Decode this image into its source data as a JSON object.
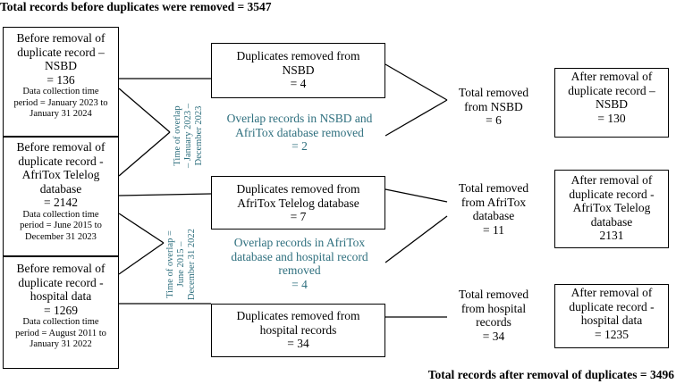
{
  "totals": {
    "before": "Total records before duplicates were removed = 3547",
    "after": "Total records after removal of duplicates = 3496"
  },
  "sources": [
    {
      "lines": [
        "Before removal of",
        "duplicate record –",
        "NSBD",
        "= 136"
      ],
      "period": [
        "Data collection time",
        "period = January 2023 to",
        "January 31 2024"
      ]
    },
    {
      "lines": [
        "Before removal of",
        "duplicate record -",
        "AfriTox Telelog",
        "database",
        "= 2142"
      ],
      "period": [
        "Data collection time",
        "period = June 2015 to",
        "December 31 2023"
      ]
    },
    {
      "lines": [
        "Before removal of",
        "duplicate record -",
        "hospital data",
        "= 1269"
      ],
      "period": [
        "Data collection time",
        "period = August 2011 to",
        "January 31 2022"
      ]
    }
  ],
  "duplicates": [
    [
      "Duplicates removed from",
      "NSBD",
      "= 4"
    ],
    [
      "Duplicates removed from",
      "AfriTox Telelog database",
      "= 7"
    ],
    [
      "Duplicates removed from",
      "hospital records",
      "= 34"
    ]
  ],
  "overlaps": [
    [
      "Overlap records in NSBD and",
      "AfriTox database removed",
      "= 2"
    ],
    [
      "Overlap records in AfriTox",
      "database and hospital record",
      "removed",
      "= 4"
    ]
  ],
  "overlap_periods": [
    [
      "Time of overlap",
      "– January 2023 –",
      "December 2023"
    ],
    [
      "Time of overlap =",
      "June 2015 –",
      "December 31 2022"
    ]
  ],
  "totals_removed": [
    [
      "Total removed",
      "from NSBD",
      "= 6"
    ],
    [
      "Total removed",
      "from AfriTox",
      "database",
      "= 11"
    ],
    [
      "Total removed",
      "from hospital",
      "records",
      "= 34"
    ]
  ],
  "after": [
    [
      "After removal of",
      "duplicate record –",
      "NSBD",
      "= 130"
    ],
    [
      "After removal of",
      "duplicate record -",
      "AfriTox Telelog",
      "database",
      "2131"
    ],
    [
      "After removal of",
      "duplicate record -",
      "hospital data",
      "= 1235"
    ]
  ]
}
